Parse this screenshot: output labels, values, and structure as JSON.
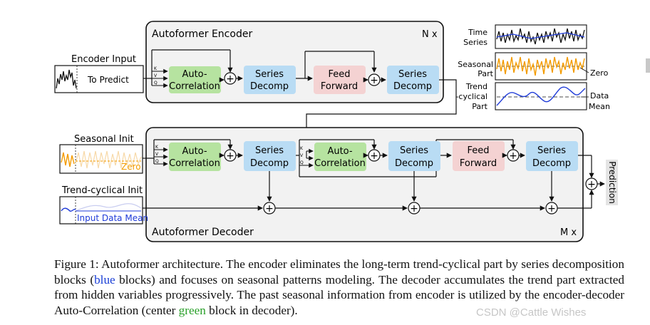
{
  "encoder": {
    "title": "Autoformer Encoder",
    "repeat": "N x",
    "input_label": "Encoder Input",
    "input_box": "To Predict",
    "autocorr": [
      "Auto-",
      "Correlation"
    ],
    "decomp1": [
      "Series",
      "Decomp"
    ],
    "ff": [
      "Feed",
      "Forward"
    ],
    "decomp2": [
      "Series",
      "Decomp"
    ],
    "kvq": [
      "K",
      "V",
      "Q"
    ]
  },
  "decoder": {
    "title": "Autoformer Decoder",
    "repeat": "M x",
    "seasonal_init": "Seasonal Init",
    "zero_label": "Zero",
    "trend_init": "Trend-cyclical Init",
    "input_data_mean": "Input Data Mean",
    "autocorr1": [
      "Auto-",
      "Correlation"
    ],
    "decomp1": [
      "Series",
      "Decomp"
    ],
    "autocorr2": [
      "Auto-",
      "Correlation"
    ],
    "decomp2": [
      "Series",
      "Decomp"
    ],
    "ff": [
      "Feed",
      "Forward"
    ],
    "decomp3": [
      "Series",
      "Decomp"
    ],
    "kvq": [
      "K",
      "V",
      "Q"
    ],
    "prediction": "Prediction"
  },
  "legend": {
    "time_series": [
      "Time",
      "Series"
    ],
    "seasonal": [
      "Seasonal",
      "Part"
    ],
    "zero": "Zero",
    "trend": [
      "Trend",
      "-cyclical",
      "Part"
    ],
    "data_mean": [
      "Data",
      "Mean"
    ]
  },
  "caption": {
    "p1": "Figure 1: Autoformer architecture. The encoder eliminates the long-term trend-cyclical part by series decomposition blocks (",
    "blue": "blue",
    "p2": " blocks) and focuses on seasonal patterns modeling. The decoder accumulates the trend part extracted from hidden variables progressively. The past seasonal information from encoder is utilized by the encoder-decoder Auto-Correlation (center ",
    "green": "green",
    "p3": " block in decoder)."
  },
  "watermark": "CSDN @Cattle Wishes",
  "colors": {
    "autocorr": "#b6e3a0",
    "decomp": "#b9dcf4",
    "ff": "#f4d2d2",
    "seasonal_line": "#f39b00",
    "trend_line": "#1f3bd8",
    "caption_blue": "#1a3fd6",
    "caption_green": "#2aa02a"
  }
}
